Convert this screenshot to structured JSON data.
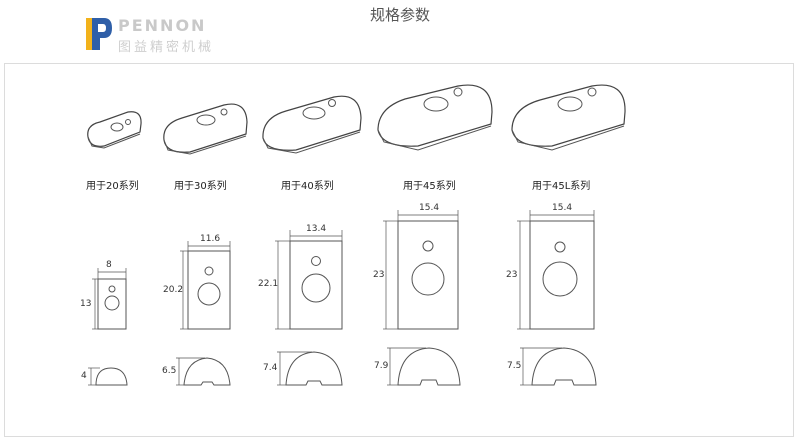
{
  "header": {
    "title": "规格参数",
    "logo_text": "PENNON",
    "logo_subtext": "图益精密机械",
    "colors": {
      "logo_yellow": "#f2b21b",
      "logo_blue": "#2f5fa8"
    }
  },
  "series": [
    {
      "label": "用于20系列",
      "width": "8",
      "height": "13",
      "profile_height": "4"
    },
    {
      "label": "用于30系列",
      "width": "11.6",
      "height": "20.2",
      "profile_height": "6.5"
    },
    {
      "label": "用于40系列",
      "width": "13.4",
      "height": "22.1",
      "profile_height": "7.4"
    },
    {
      "label": "用于45系列",
      "width": "15.4",
      "height": "23",
      "profile_height": "7.9"
    },
    {
      "label": "用于45L系列",
      "width": "15.4",
      "height": "23",
      "profile_height": "7.5"
    }
  ]
}
